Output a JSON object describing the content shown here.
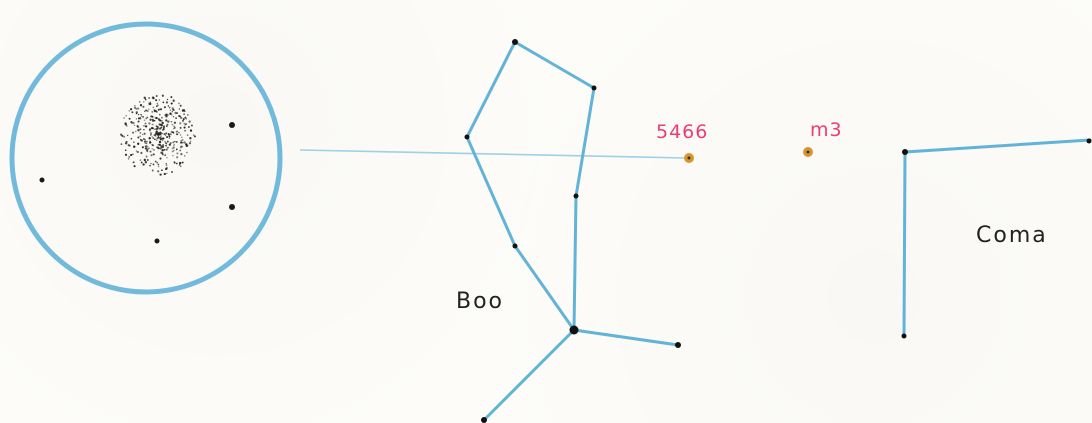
{
  "labels": {
    "ngc": "5466",
    "messier": "m3",
    "constellation_left": "Boo",
    "constellation_right": "Coma"
  },
  "colors": {
    "paper": "#fdfcf8",
    "pencil_blue": "#62b3d8",
    "pink": "#ea3e73",
    "ink": "#222222",
    "cluster_orange": "#d9962e"
  }
}
